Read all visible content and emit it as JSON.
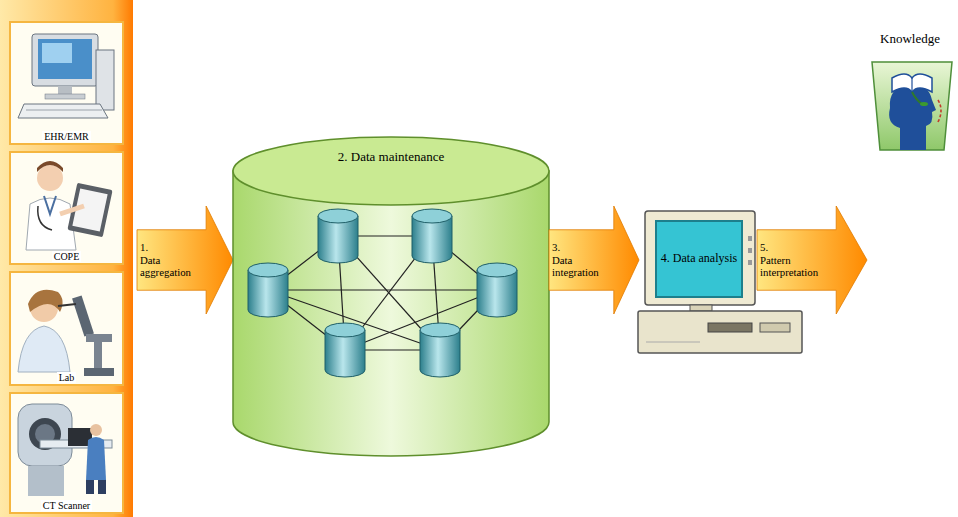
{
  "diagram": {
    "nodes": [
      {
        "text": [
          "EHR/EMR"
        ]
      },
      {
        "text": [
          "COPE"
        ]
      },
      {
        "text": [
          "Lab"
        ]
      },
      {
        "text": [
          "CT Scanner"
        ]
      },
      {
        "text": [
          "1. Data aggregation"
        ]
      },
      {
        "text": [
          "2. Data maintenance"
        ]
      },
      {
        "text": [
          "3. Data integration"
        ]
      },
      {
        "text": [
          "4. Data analysis"
        ]
      },
      {
        "text": [
          "5. Pattern interpretation"
        ]
      },
      {
        "text": [
          "Knowledge"
        ]
      }
    ]
  }
}
